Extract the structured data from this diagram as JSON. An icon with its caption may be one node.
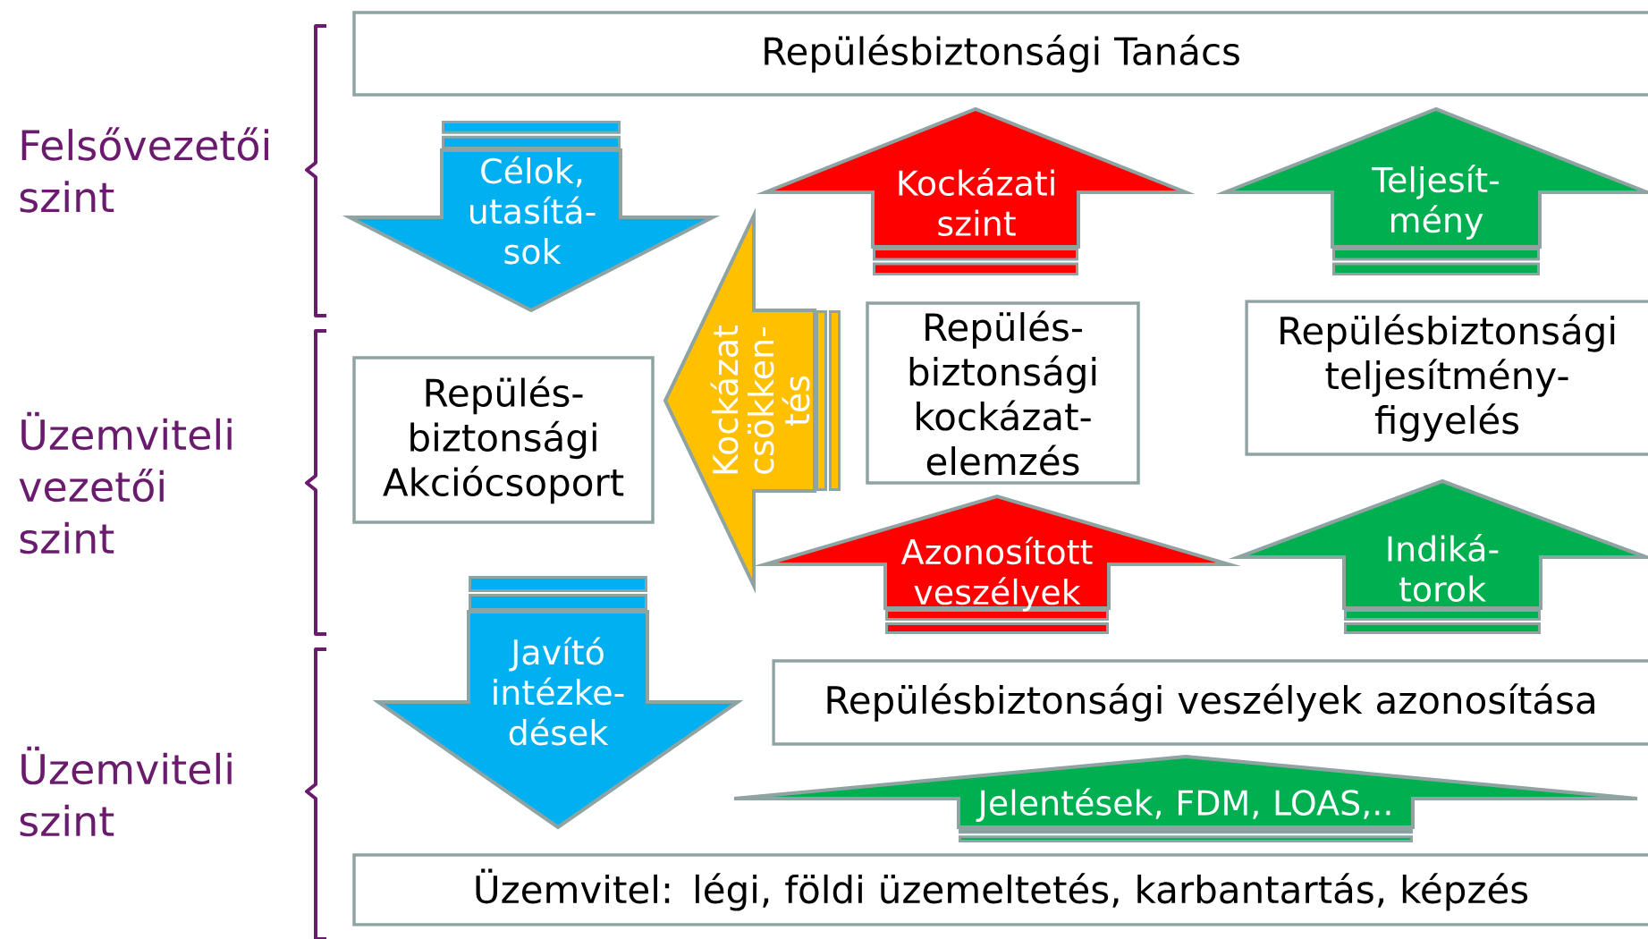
{
  "diagram": {
    "nodes": [
      {
        "text": [
          "Repülésbiztonsági Tanács"
        ]
      },
      {
        "text": [
          "Repülés- biztonsági Akciócsoport"
        ]
      },
      {
        "text": [
          "Repülés- biztonsági kockázat- elemzés"
        ]
      },
      {
        "text": [
          "Repülésbiztonsági teljesítmény- figyelés"
        ]
      },
      {
        "text": [
          "Repülésbiztonsági veszélyek azonosítása"
        ]
      },
      {
        "text": [
          "Üzemvitel: légi, földi üzemeltetés, karbantartás, képzés"
        ]
      }
    ],
    "edges": [
      {
        "from": 0,
        "to": 1,
        "arrow": "to",
        "label": "Célok, utasítá- sok",
        "color": "#00b0f0"
      },
      {
        "from": 2,
        "to": 0,
        "arrow": "to",
        "label": "Kockázati szint",
        "color": "#ff0000"
      },
      {
        "from": 3,
        "to": 0,
        "arrow": "to",
        "label": "Teljesít- mény",
        "color": "#00b050"
      },
      {
        "from": 2,
        "to": 1,
        "arrow": "to",
        "label": "Kockázat csökken- tés",
        "color": "#ffc000"
      },
      {
        "from": 4,
        "to": 2,
        "arrow": "to",
        "label": "Azonosított veszélyek",
        "color": "#ff0000"
      },
      {
        "from": 4,
        "to": 3,
        "arrow": "to",
        "label": "Indiká- torok",
        "color": "#00b050"
      },
      {
        "from": 1,
        "to": 5,
        "arrow": "to",
        "label": "Javító intézke- dések",
        "color": "#00b0f0"
      },
      {
        "from": 5,
        "to": 4,
        "arrow": "to",
        "label": "Jelentések, FDM, LOAS,..",
        "color": "#00b050"
      }
    ],
    "labels": [
      "Felsővezetői szint",
      "Üzemviteli vezetői szint",
      "Üzemviteli szint"
    ]
  }
}
